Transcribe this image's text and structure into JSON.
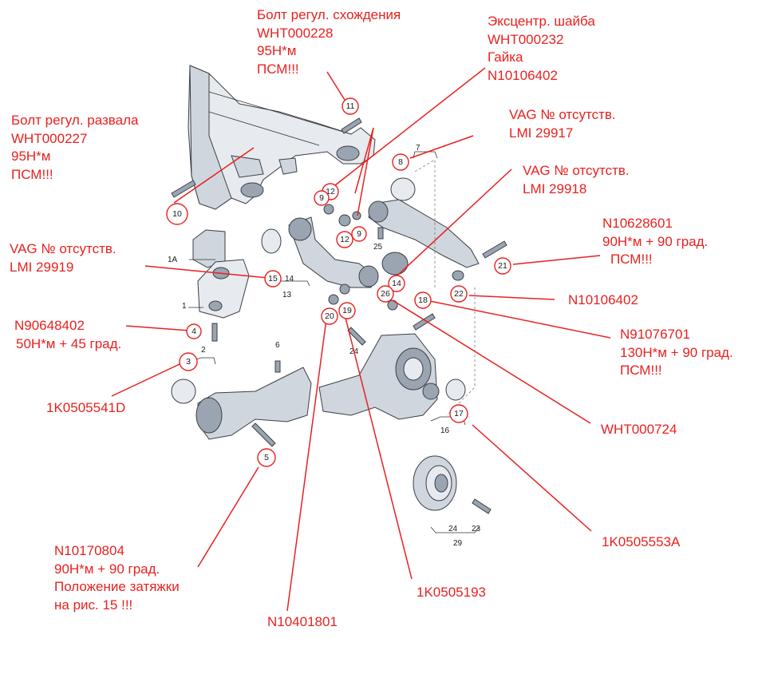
{
  "annotations": {
    "toe_bolt": [
      "Болт регул. схождения",
      "WHT000228",
      "95Н*м",
      "ПСМ!!!"
    ],
    "eccentric": [
      "Эксцентр. шайба",
      "WHT000232",
      "Гайка",
      "N10106402"
    ],
    "camber_bolt": [
      "Болт регул. развала",
      "WHT000227",
      "95Н*м",
      "ПСМ!!!"
    ],
    "vag_29917": [
      "VAG № отсутств.",
      "LMI 29917"
    ],
    "vag_29918": [
      "VAG № отсутств.",
      "LMI 29918"
    ],
    "vag_29919": [
      "VAG № отсутств.",
      "LMI 29919"
    ],
    "n10628601": [
      "N10628601",
      "90Н*м + 90 град.",
      "ПСМ!!!"
    ],
    "n10106402": [
      "N10106402"
    ],
    "n90648402": [
      "N90648402",
      "50Н*м + 45 град."
    ],
    "n91076701": [
      "N91076701",
      "130Н*м + 90 град.",
      "ПСМ!!!"
    ],
    "k0505541d": [
      "1K0505541D"
    ],
    "wht000724": [
      "WHT000724"
    ],
    "n10170804": [
      "N10170804",
      "90Н*м + 90 град.",
      "Положение затяжки",
      "на рис. 15 !!!"
    ],
    "k0505193": [
      "1K0505193"
    ],
    "k0505553a": [
      "1K0505553A"
    ],
    "n10401801": [
      "N10401801"
    ]
  },
  "circled_numbers": [
    "11",
    "12",
    "12",
    "9",
    "9",
    "8",
    "10",
    "15",
    "14",
    "26",
    "18",
    "22",
    "21",
    "4",
    "3",
    "5",
    "20",
    "19",
    "17"
  ],
  "part_numbers": [
    "7",
    "1A",
    "14",
    "13",
    "1",
    "2",
    "6",
    "25",
    "24",
    "16",
    "24",
    "23",
    "29"
  ],
  "colors": {
    "annotation": "#e8211f",
    "part_fill": "#cfd6de",
    "outline": "#3a3f46"
  }
}
